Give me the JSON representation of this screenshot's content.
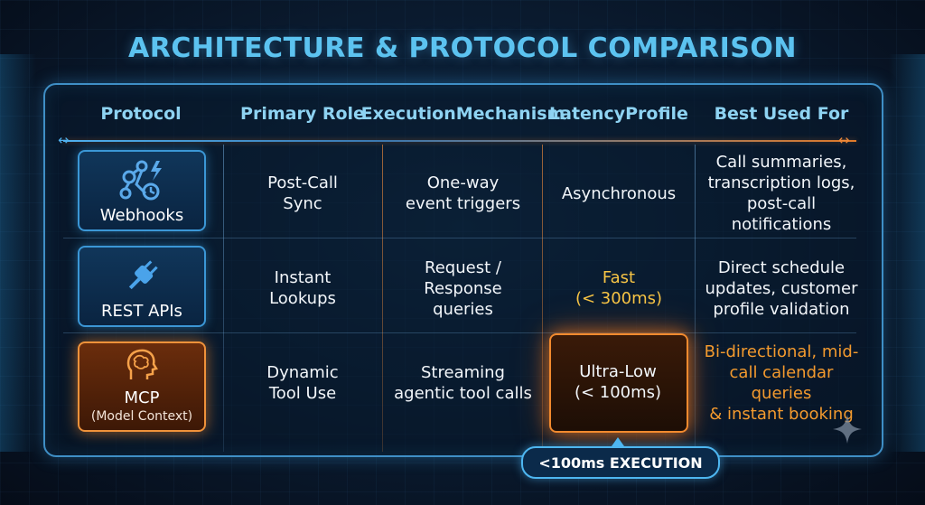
{
  "title": "ARCHITECTURE & PROTOCOL COMPARISON",
  "headers": {
    "protocol": "Protocol",
    "primary_role": "Primary Role",
    "execution_l1": "Execution",
    "execution_l2": "Mechanism",
    "latency_l1": "Latency",
    "latency_l2": "Profile",
    "best_used_for": "Best Used For"
  },
  "rows": [
    {
      "protocol": "Webhooks",
      "icon": "webhook-lightning-icon",
      "role_l1": "Post-Call",
      "role_l2": "Sync",
      "exec_l1": "One-way",
      "exec_l2": "event triggers",
      "latency_l1": "Asynchronous",
      "best_l1": "Call summaries,",
      "best_l2": "transcription logs,",
      "best_l3": "post-call",
      "best_l4": "notifications"
    },
    {
      "protocol": "REST APIs",
      "icon": "plug-icon",
      "role_l1": "Instant",
      "role_l2": "Lookups",
      "exec_l1": "Request /",
      "exec_l2": "Response",
      "exec_l3": "queries",
      "latency_l1": "Fast",
      "latency_l2": "(< 300ms)",
      "best_l1": "Direct schedule",
      "best_l2": "updates, customer",
      "best_l3": "profile validation"
    },
    {
      "protocol": "MCP",
      "protocol_sub": "(Model Context)",
      "icon": "brain-head-icon",
      "role_l1": "Dynamic",
      "role_l2": "Tool Use",
      "exec_l1": "Streaming",
      "exec_l2": "agentic tool calls",
      "latency_l1": "Ultra-Low",
      "latency_l2": "(< 100ms)",
      "best_l1": "Bi-directional, mid-",
      "best_l2": "call calendar queries",
      "best_l3": "& instant booking"
    }
  ],
  "badge": "<100ms EXECUTION",
  "colors": {
    "accent_blue": "#5cc3f0",
    "accent_orange": "#f39a2e",
    "highlight_yellow": "#f6c445",
    "background": "#0a1a2e"
  }
}
